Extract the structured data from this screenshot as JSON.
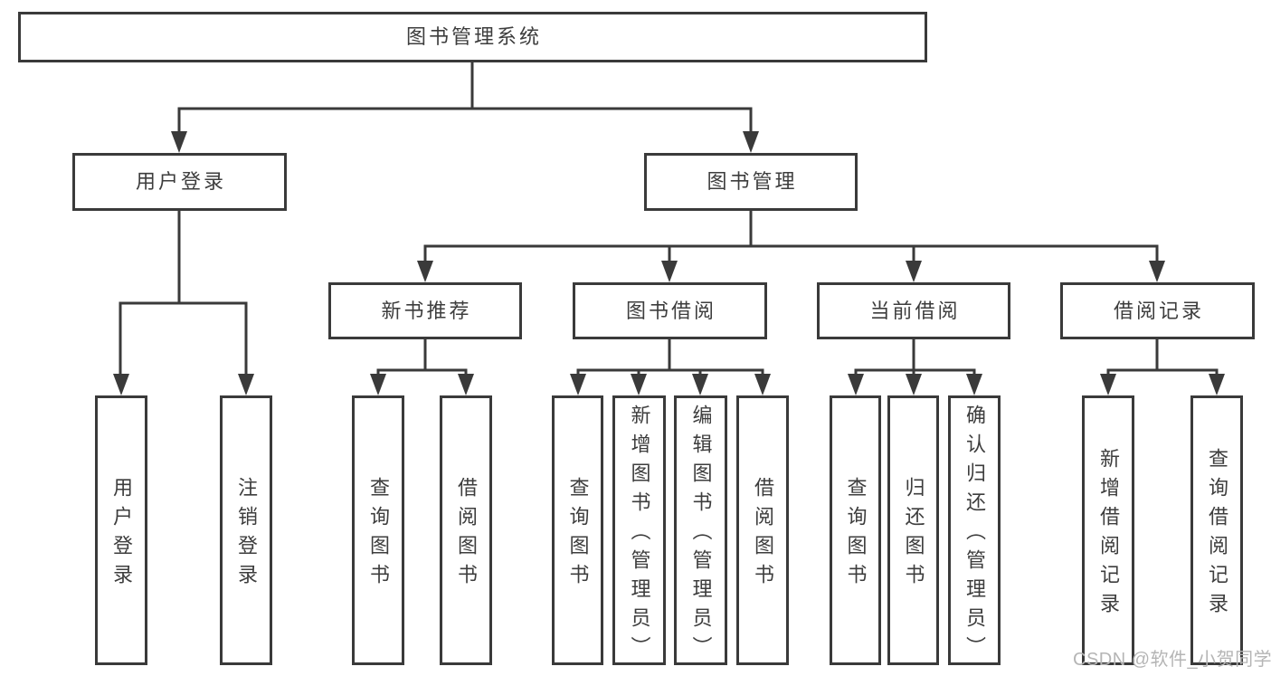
{
  "diagram": {
    "title_node": "图书管理系统",
    "root": {
      "label": "图书管理系统"
    },
    "branches": [
      {
        "label": "用户登录",
        "children": [
          {
            "label": "用户登录"
          },
          {
            "label": "注销登录"
          }
        ]
      },
      {
        "label": "图书管理",
        "children": [
          {
            "label": "新书推荐",
            "children": [
              {
                "label": "查询图书"
              },
              {
                "label": "借阅图书"
              }
            ]
          },
          {
            "label": "图书借阅",
            "children": [
              {
                "label": "查询图书"
              },
              {
                "label": "新增图书（管理员）"
              },
              {
                "label": "编辑图书（管理员）"
              },
              {
                "label": "借阅图书"
              }
            ]
          },
          {
            "label": "当前借阅",
            "children": [
              {
                "label": "查询图书"
              },
              {
                "label": "归还图书"
              },
              {
                "label": "确认归还（管理员）"
              }
            ]
          },
          {
            "label": "借阅记录",
            "children": [
              {
                "label": "新增借阅记录"
              },
              {
                "label": "查询借阅记录"
              }
            ]
          }
        ]
      }
    ]
  },
  "watermark": {
    "text": "CSDN @软件_小贺同学"
  },
  "colors": {
    "line": "#3a3a3a",
    "text": "#3d3d3d",
    "background": "#ffffff",
    "watermark": "#b5b5b5"
  }
}
